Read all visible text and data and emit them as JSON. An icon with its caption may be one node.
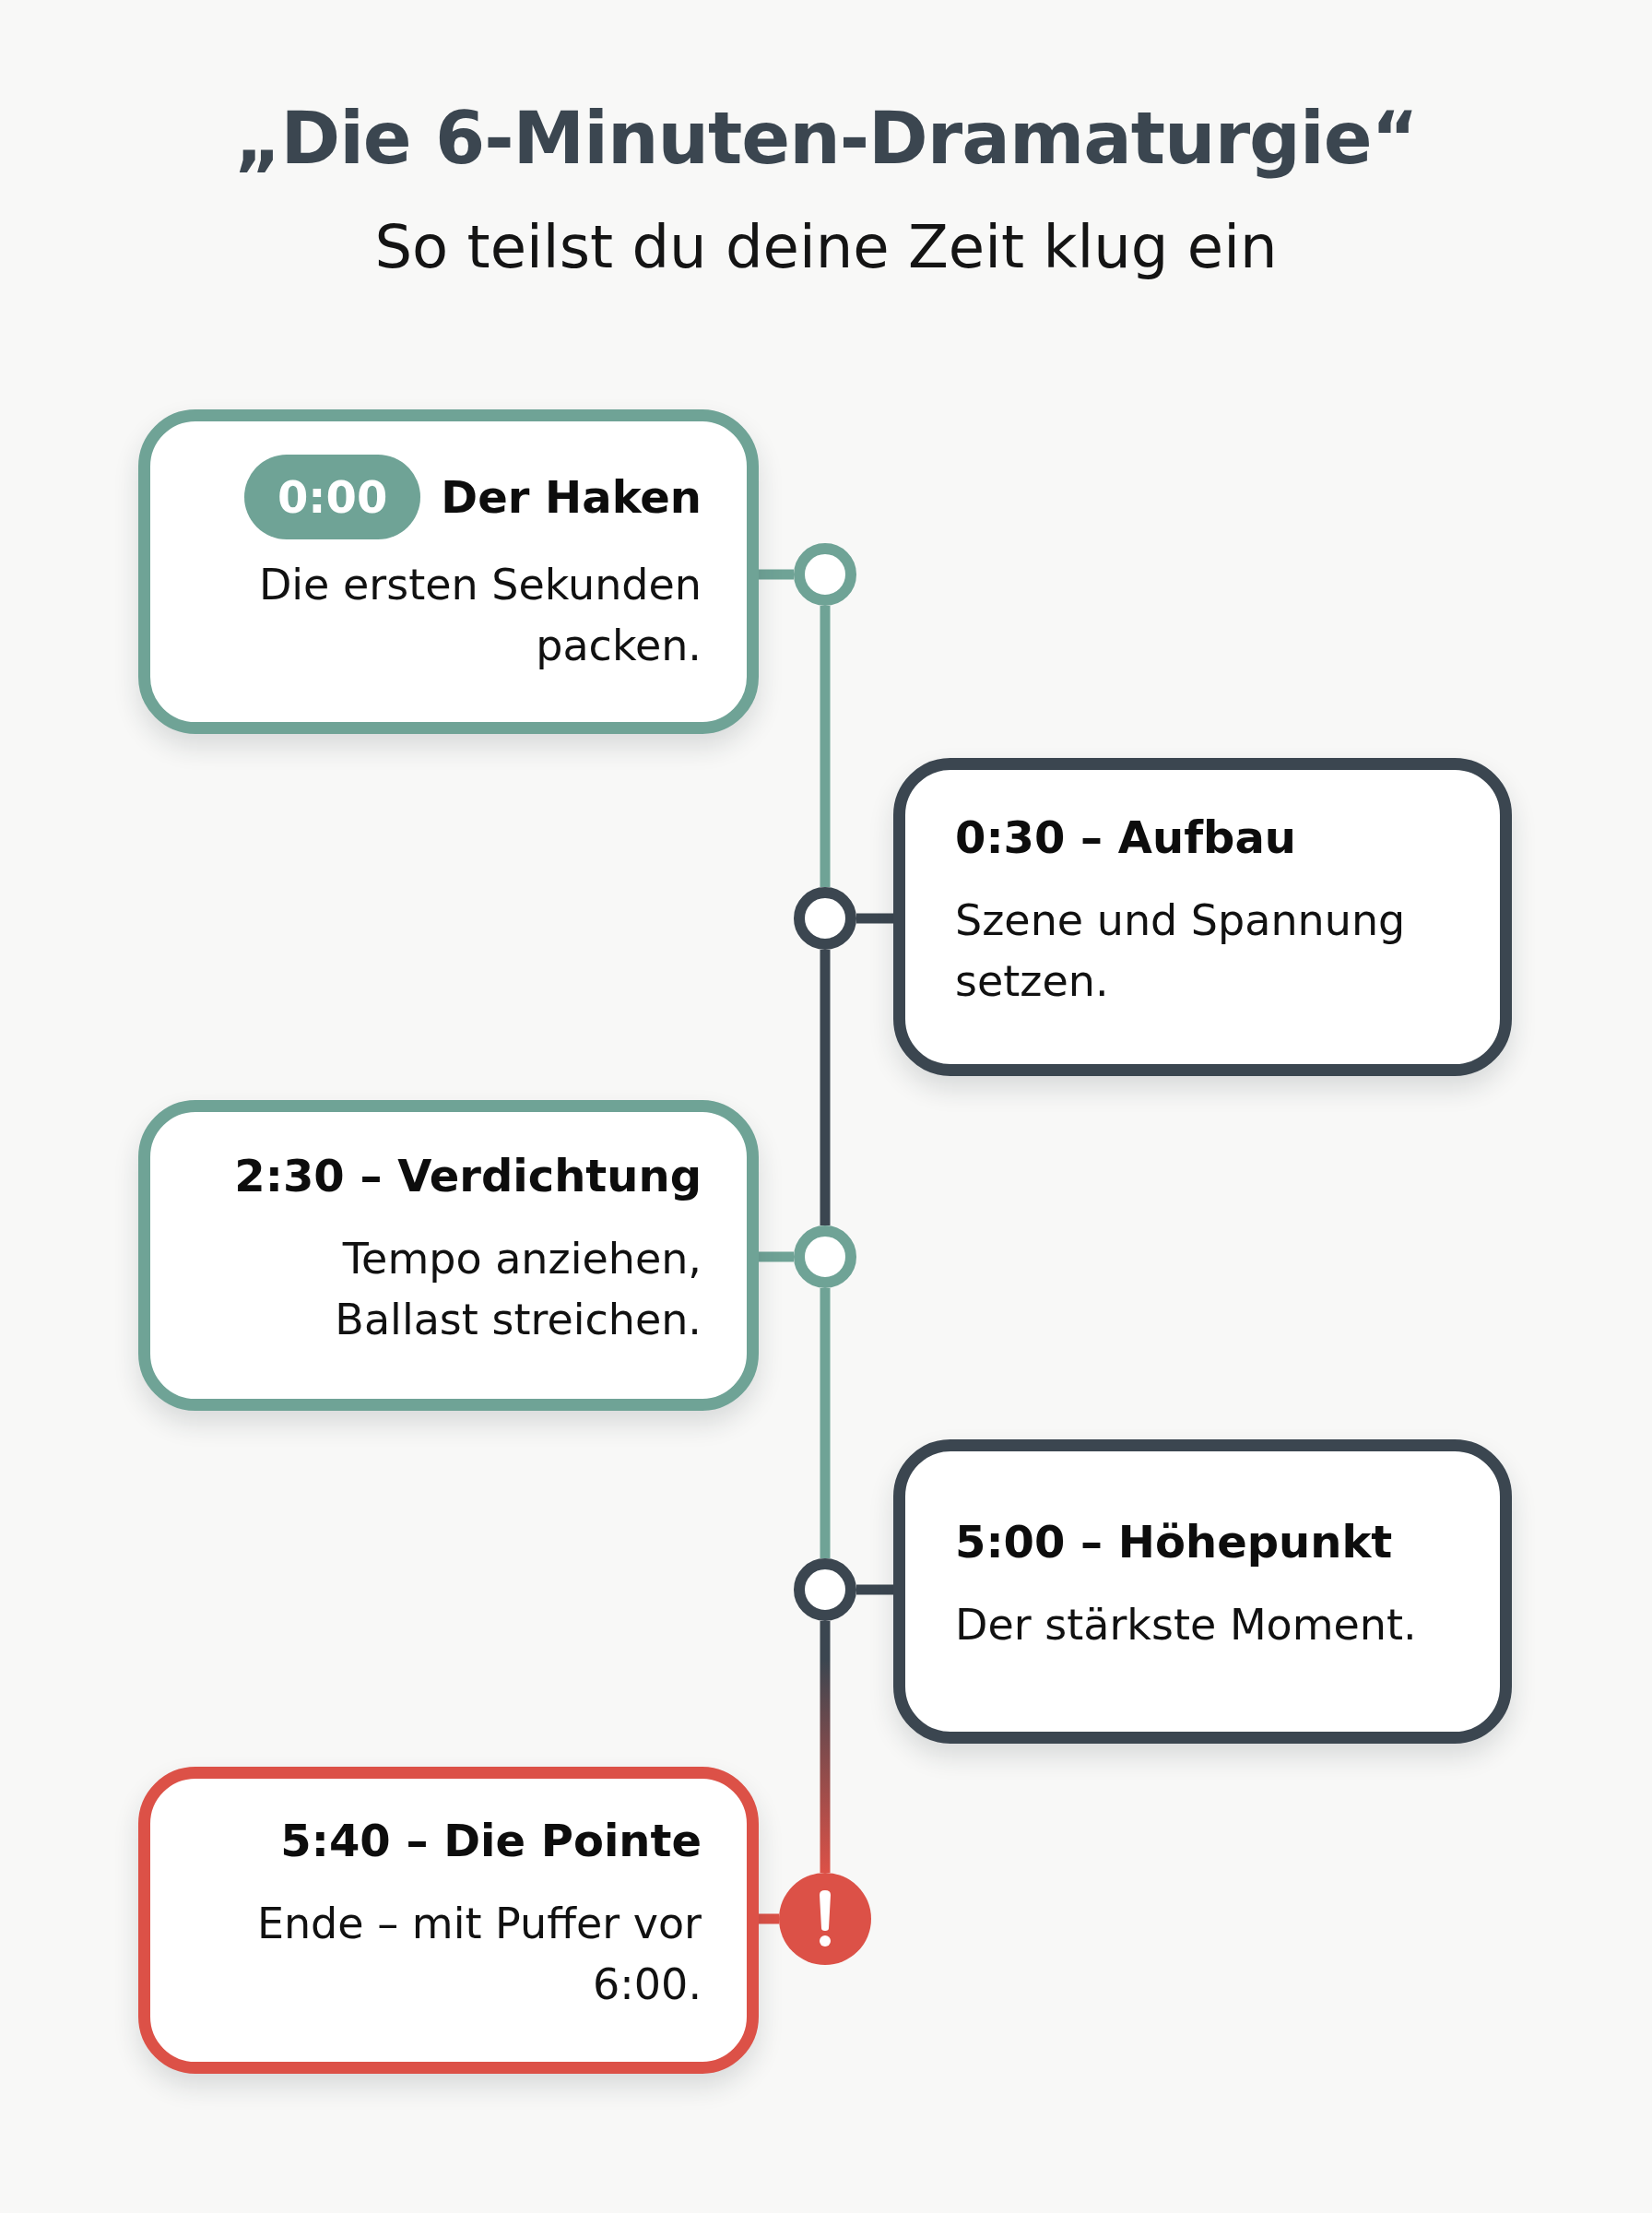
{
  "diagram": {
    "title": "„Die 6-Minuten-Dramaturgie“",
    "nodes": [
      {
        "text": [
          "Der Haken",
          "Die ersten Sekunden packen."
        ]
      },
      {
        "text": [
          "0:00"
        ],
        "in": 0
      },
      {
        "text": [],
        "shape": "circle"
      },
      {
        "text": [
          "0:30 – Aufbau",
          "Szene und Spannung setzen."
        ]
      },
      {
        "text": [],
        "shape": "circle"
      },
      {
        "text": [
          "2:30 – Verdichtung",
          "Tempo anziehen, Ballast streichen."
        ]
      },
      {
        "text": [],
        "shape": "circle"
      },
      {
        "text": [
          "5:00 – Höhepunkt",
          "Der stärkste Moment."
        ]
      },
      {
        "text": [],
        "shape": "circle"
      },
      {
        "text": [
          "5:40 – Die Pointe",
          "Ende – mit Puffer vor 6:00."
        ]
      },
      {
        "text": [],
        "shape": "circle"
      }
    ],
    "edges": [
      {
        "from": 0,
        "to": 2,
        "arrow": "none"
      },
      {
        "from": 2,
        "to": 4,
        "arrow": "none"
      },
      {
        "from": 4,
        "to": 3,
        "arrow": "none",
        "color": "#3b4650"
      },
      {
        "from": 4,
        "to": 6,
        "arrow": "none",
        "color": "#3b4650"
      },
      {
        "from": 6,
        "to": 5,
        "arrow": "none"
      },
      {
        "from": 6,
        "to": 8,
        "arrow": "none"
      },
      {
        "from": 8,
        "to": 7,
        "arrow": "none",
        "color": "#3b4650"
      },
      {
        "from": 8,
        "to": 10,
        "arrow": "none",
        "color": "#dc5147"
      },
      {
        "from": 10,
        "to": 9,
        "arrow": "none",
        "color": "#dc5147"
      }
    ],
    "labels": [
      "So teilst du deine Zeit klug ein"
    ]
  }
}
